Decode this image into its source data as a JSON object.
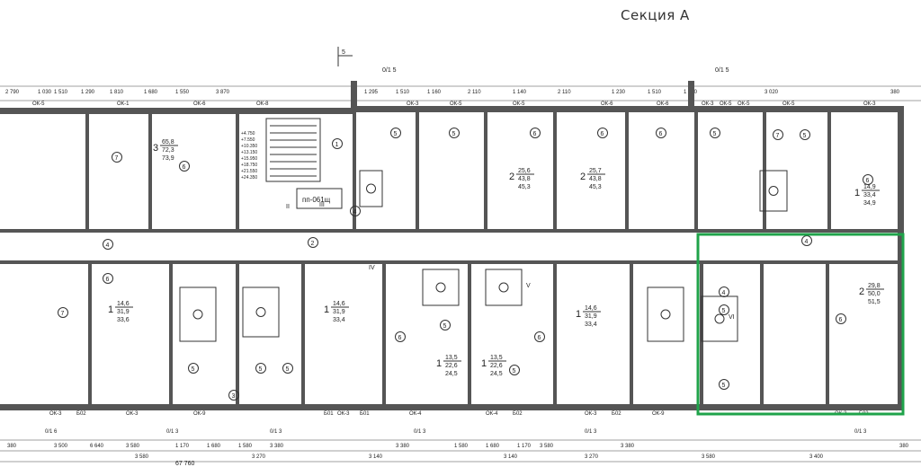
{
  "section_title": "Секция А",
  "axis_marker": "5",
  "top_dims": [
    "2 790",
    "1 030",
    "1 510",
    "1 290",
    "1 810",
    "1 680",
    "1 550",
    "3 870",
    "1 295",
    "1 510",
    "1 160",
    "2 110",
    "1 140",
    "2 110",
    "1 230",
    "1 510",
    "1 190",
    "3 020",
    "380"
  ],
  "top_axes": [
    "0/1 5",
    "0/1 5"
  ],
  "window_top": [
    "ОК-5",
    "ОК-1",
    "ОК-6",
    "ОК-8",
    "ОК-3",
    "ОК-5",
    "ОК-5",
    "ОК-6",
    "ОК-6",
    "ОК-5",
    "ОК-3",
    "ОК-5",
    "ОК-5",
    "ОК-3"
  ],
  "bottom_dims_1": [
    "380",
    "3 500",
    "6 640",
    "3 580",
    "1 170",
    "1 680",
    "1 580",
    "3 380",
    "3 380",
    "1 580",
    "1 680",
    "1 170",
    "3 580",
    "3 380",
    "380"
  ],
  "bottom_dims_2": [
    "3 580",
    "3 270",
    "3 140",
    "3 140",
    "3 270",
    "3 580",
    "3 400"
  ],
  "bottom_total": "67 760",
  "apartments": [
    {
      "rooms": "3",
      "a": "65,8",
      "b": "72,3",
      "c": "73,9"
    },
    {
      "rooms": "2",
      "a": "25,6",
      "b": "43,8",
      "c": "45,3"
    },
    {
      "rooms": "2",
      "a": "25,7",
      "b": "43,8",
      "c": "45,3"
    },
    {
      "rooms": "1",
      "a": "14,9",
      "b": "33,4",
      "c": "34,9"
    },
    {
      "rooms": "1",
      "a": "14,6",
      "b": "31,9",
      "c": "33,6"
    },
    {
      "rooms": "1",
      "a": "14,6",
      "b": "31,9",
      "c": "33,4"
    },
    {
      "rooms": "1",
      "a": "13,5",
      "b": "22,6",
      "c": "24,5"
    },
    {
      "rooms": "1",
      "a": "13,5",
      "b": "22,6",
      "c": "24,5"
    },
    {
      "rooms": "1",
      "a": "14,6",
      "b": "31,9",
      "c": "33,4"
    },
    {
      "rooms": "2",
      "a": "29,8",
      "b": "50,0",
      "c": "51,5"
    }
  ],
  "labels": {
    "corridor": "пп-061щ",
    "stair_marks": [
      "+4.750",
      "+7.550",
      "+10.350",
      "+13.150",
      "+15.950",
      "+18.750",
      "+21.550",
      "+24.350"
    ],
    "roman": [
      "II",
      "III",
      "IV",
      "V",
      "VI"
    ],
    "bottom_axes": [
      "0/1 6",
      "0/1 3",
      "0/1 3",
      "0/1 3",
      "0/1 3",
      "0/1 3"
    ],
    "window_bottom": [
      "ОК-3",
      "Б02",
      "ОК-3",
      "ОК-9",
      "Б01",
      "ОК-3",
      "Б01",
      "ОК-4",
      "ОК-4",
      "Б02",
      "ОК-3",
      "Б02",
      "ОК-9",
      "ОК-3",
      "Б02"
    ]
  }
}
